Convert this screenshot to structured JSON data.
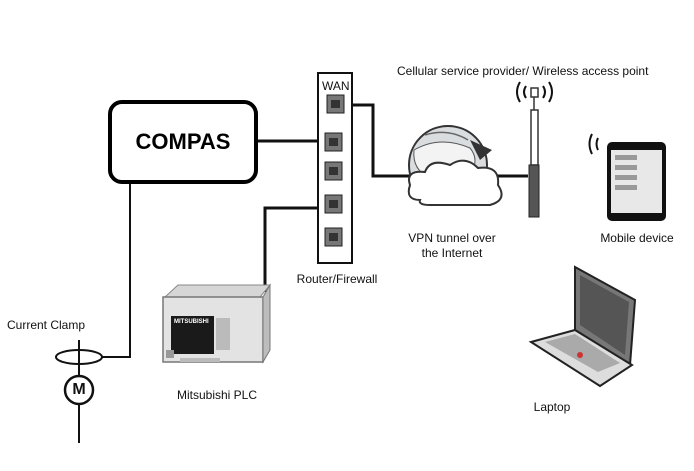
{
  "compas": {
    "label": "COMPAS"
  },
  "router": {
    "wan_label": "WAN",
    "caption": "Router/Firewall"
  },
  "vpn": {
    "line1": "VPN tunnel over",
    "line2": "the Internet"
  },
  "cellular": {
    "caption": "Cellular service provider/ Wireless access point"
  },
  "mobile": {
    "caption": "Mobile device"
  },
  "laptop": {
    "caption": "Laptop"
  },
  "plc": {
    "caption": "Mitsubishi PLC",
    "brand": "MITSUBISHI"
  },
  "clamp": {
    "caption": "Current Clamp"
  },
  "motor": {
    "symbol": "M"
  }
}
